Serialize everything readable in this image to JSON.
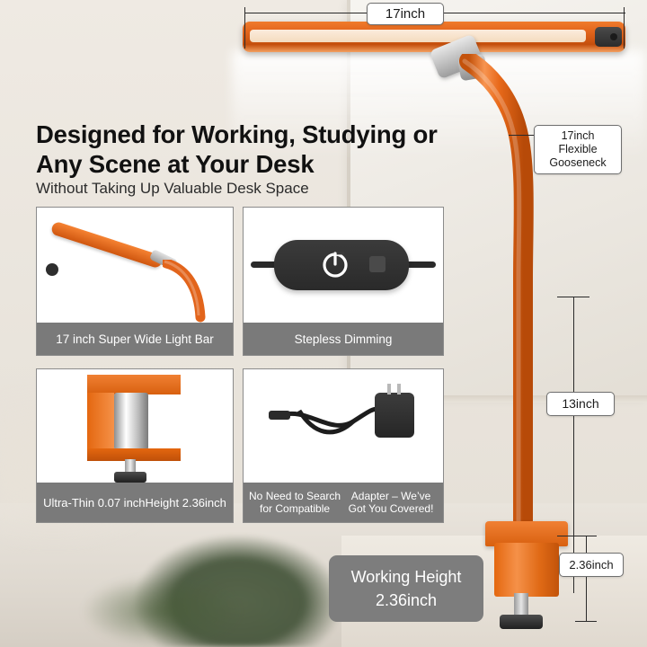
{
  "product": {
    "headline": "Designed for Working, Studying or Any Scene at Your Desk",
    "subheadline": "Without Taking Up Valuable Desk Space"
  },
  "callouts": {
    "bar_width": "17inch",
    "gooseneck": "17inch Flexible Gooseneck",
    "pole_height": "13inch",
    "clamp_thickness": "2.36inch"
  },
  "working_height": {
    "label": "Working Height",
    "value": "2.36inch"
  },
  "cards": [
    {
      "id": "light-bar",
      "caption": "17 inch Super Wide Light Bar",
      "icon": "light-bar-icon"
    },
    {
      "id": "dimming",
      "caption": "Stepless Dimming",
      "icon": "power-button-icon"
    },
    {
      "id": "clamp",
      "caption_line1": "Ultra-Thin 0.07 inch",
      "caption_line2": "Height 2.36inch",
      "icon": "desk-clamp-icon"
    },
    {
      "id": "adapter",
      "caption_line1": "No Need to Search for Compatible",
      "caption_line2": "Adapter – We’ve Got You Covered!",
      "icon": "power-adapter-icon"
    }
  ],
  "colors": {
    "product_orange": "#e2641b",
    "caption_gray": "#7a7a7a",
    "text_dark": "#111111",
    "badge_border": "#6f6f6f"
  }
}
